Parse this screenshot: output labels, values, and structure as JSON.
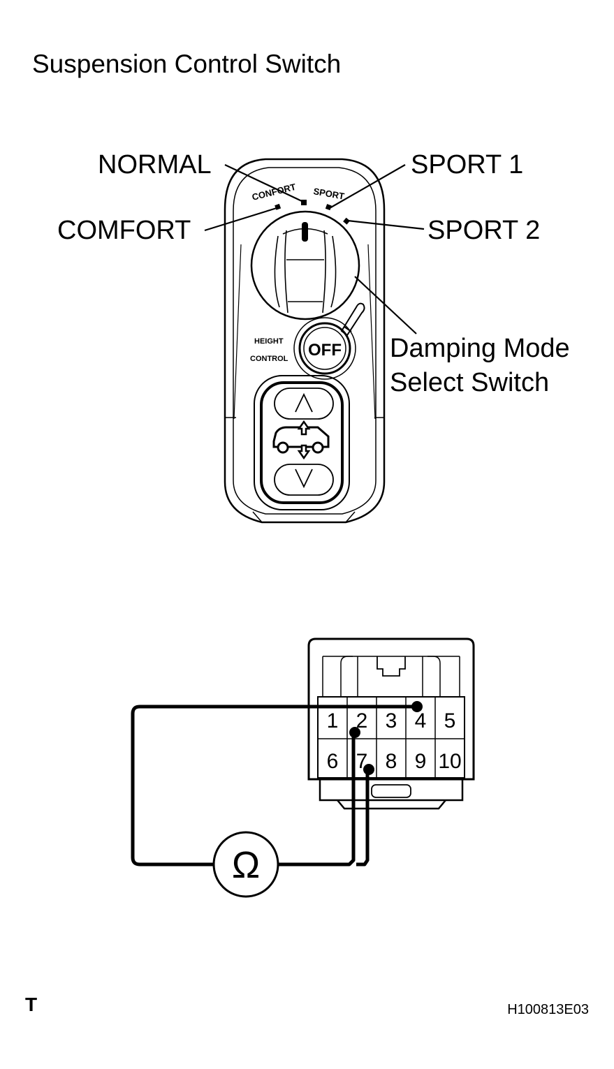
{
  "title": "Suspension Control Switch",
  "callouts": {
    "normal": "NORMAL",
    "comfort": "COMFORT",
    "sport1": "SPORT 1",
    "sport2": "SPORT 2",
    "damping_line1": "Damping Mode",
    "damping_line2": "Select Switch"
  },
  "switch_face": {
    "arc_comfort": "CONFORT",
    "arc_sport": "SPORT",
    "height_line1": "HEIGHT",
    "height_line2": "CONTROL",
    "off_button": "OFF"
  },
  "connector": {
    "pins_top": [
      "1",
      "2",
      "3",
      "4",
      "5"
    ],
    "pins_bottom": [
      "6",
      "7",
      "8",
      "9",
      "10"
    ]
  },
  "meter_symbol": "Ω",
  "corner_mark": "T",
  "figure_code": "H100813E03"
}
